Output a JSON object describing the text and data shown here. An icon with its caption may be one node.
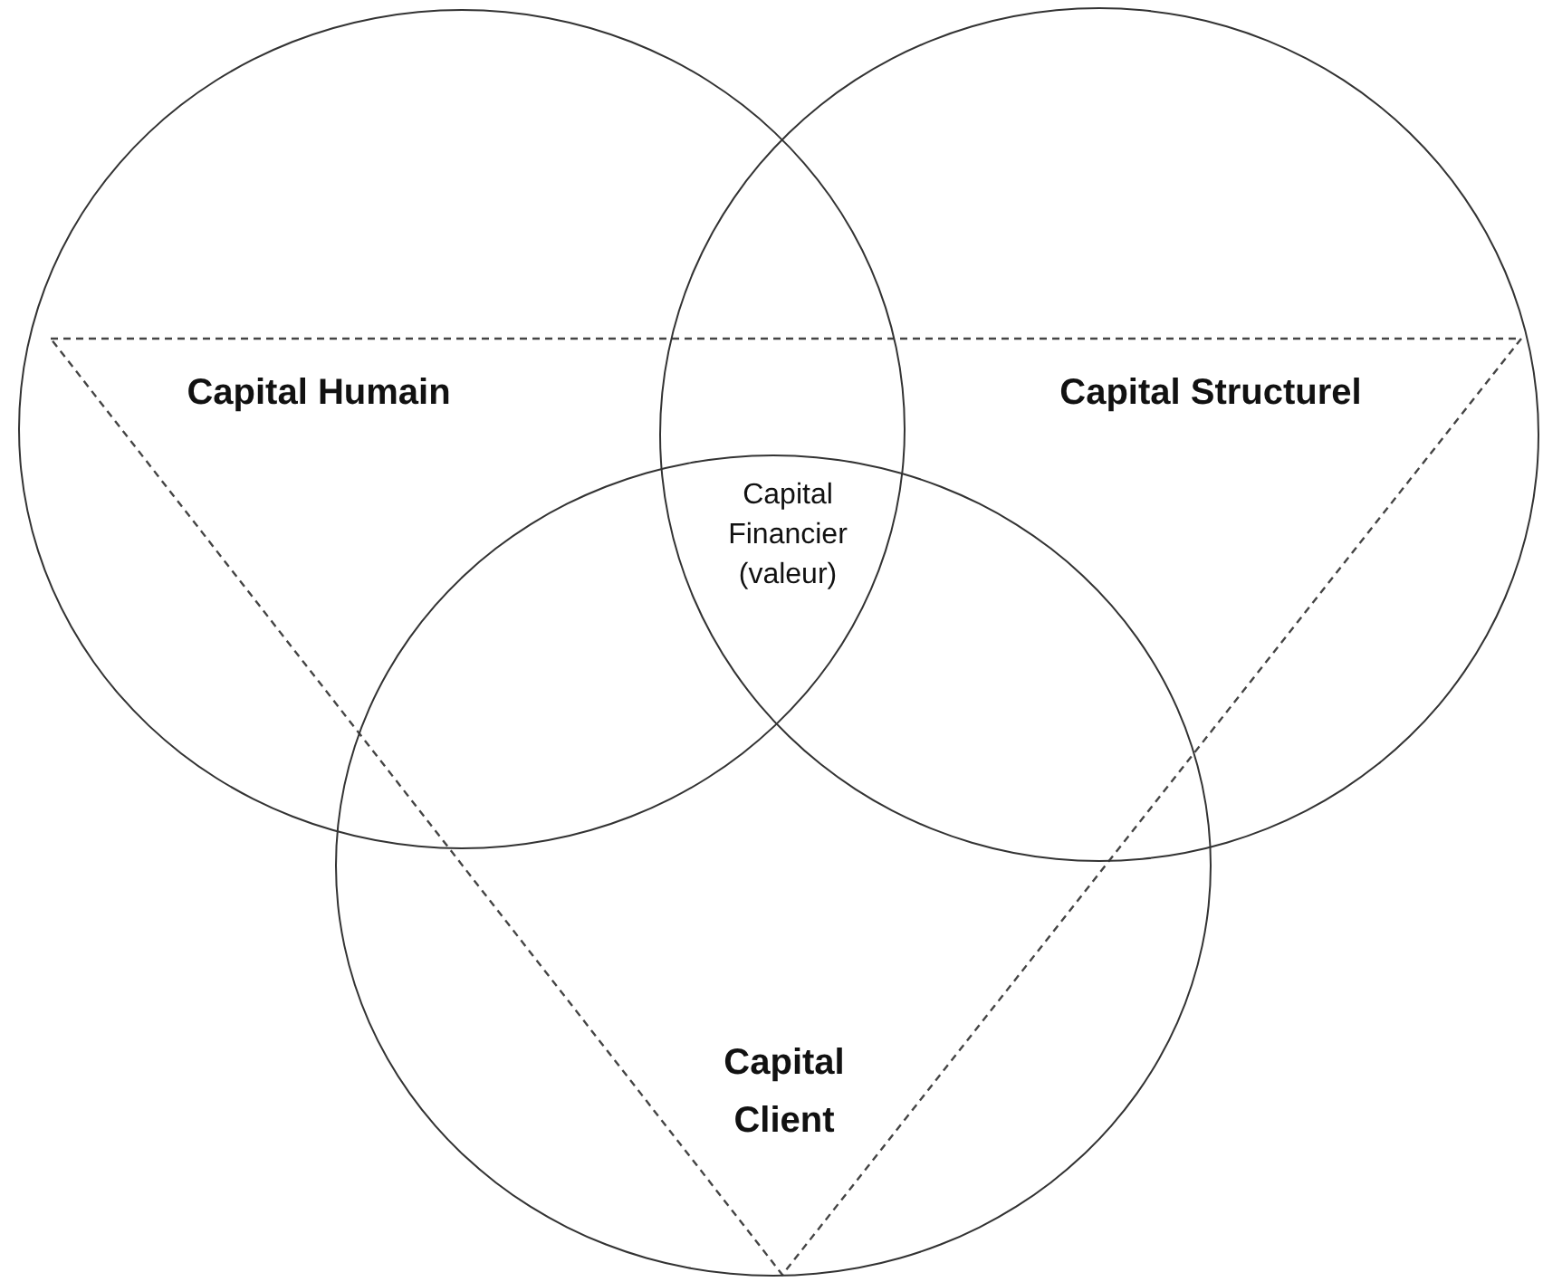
{
  "diagram": {
    "nodes": [
      {
        "text": [
          "Capital Humain"
        ]
      },
      {
        "text": [
          "Capital Structurel"
        ]
      },
      {
        "text": [
          "Capital Client"
        ]
      }
    ],
    "labels": [
      "Capital Financier (valeur)"
    ]
  }
}
